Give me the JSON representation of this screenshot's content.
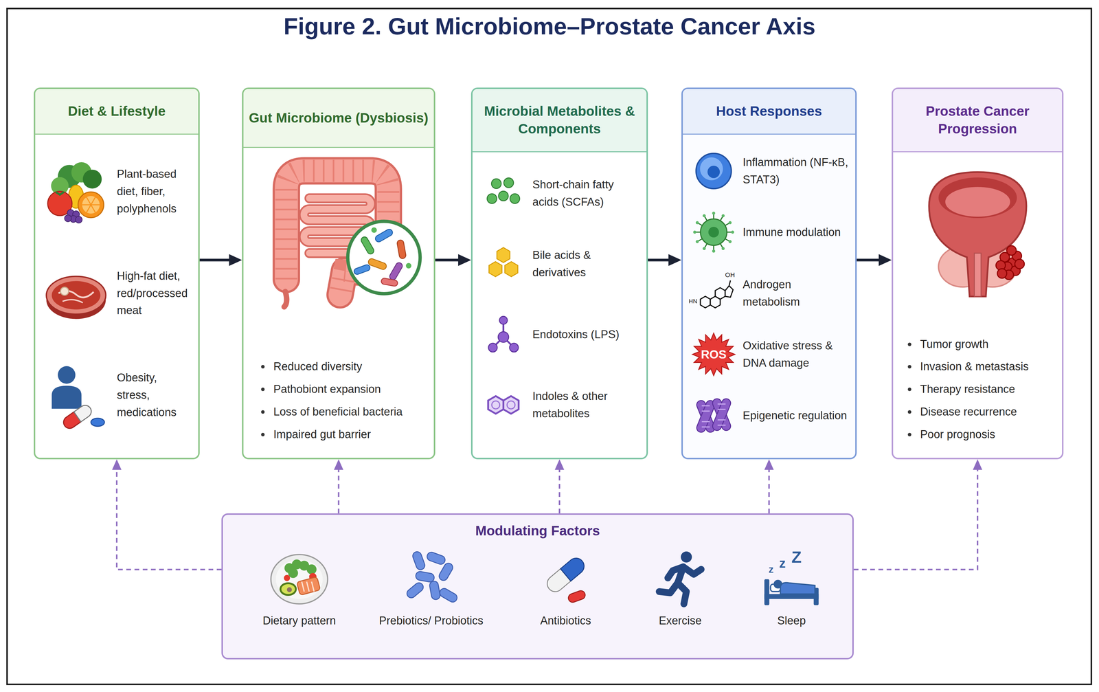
{
  "diagram": {
    "title": "Figure 2. Gut Microbiome–Prostate Cancer Axis",
    "nodes": [
      {
        "text": [
          "Diet & Lifestyle",
          "Plant-based diet, fiber, polyphenols",
          "High-fat diet, red/processed meat",
          "Obesity, stress, medications"
        ]
      },
      {
        "text": [
          "Gut Microbiome (Dysbiosis)",
          "Reduced diversity",
          "Pathobiont expansion",
          "Loss of beneficial bacteria",
          "Impaired gut barrier"
        ]
      },
      {
        "text": [
          "Microbial Metabolites & Components",
          "Short-chain fatty acids (SCFAs)",
          "Bile acids & derivatives",
          "Endotoxins (LPS)",
          "Indoles & other metabolites"
        ]
      },
      {
        "text": [
          "Host Responses",
          "Inflammation (NF-κB, STAT3)",
          "Immune modulation",
          "Androgen metabolism",
          "Oxidative stress & DNA damage",
          "Epigenetic regulation"
        ]
      },
      {
        "text": [
          "Prostate Cancer Progression",
          "Tumor growth",
          "Invasion & metastasis",
          "Therapy resistance",
          "Disease recurrence",
          "Poor prognosis"
        ]
      },
      {
        "text": [
          "Modulating Factors",
          "Dietary pattern",
          "Prebiotics/ Probiotics",
          "Antibiotics",
          "Exercise",
          "Sleep"
        ]
      }
    ],
    "edges": [
      {
        "from": 0,
        "to": 1,
        "arrow": "to"
      },
      {
        "from": 1,
        "to": 2,
        "arrow": "to"
      },
      {
        "from": 2,
        "to": 3,
        "arrow": "to"
      },
      {
        "from": 3,
        "to": 4,
        "arrow": "to"
      },
      {
        "from": 5,
        "to": 0,
        "arrow": "to"
      },
      {
        "from": 5,
        "to": 1,
        "arrow": "to"
      },
      {
        "from": 5,
        "to": 2,
        "arrow": "to"
      },
      {
        "from": 5,
        "to": 3,
        "arrow": "to"
      },
      {
        "from": 5,
        "to": 4,
        "arrow": "to"
      }
    ],
    "labels": [
      "ROS",
      "OH",
      "HN",
      "z",
      "z",
      "Z"
    ]
  }
}
